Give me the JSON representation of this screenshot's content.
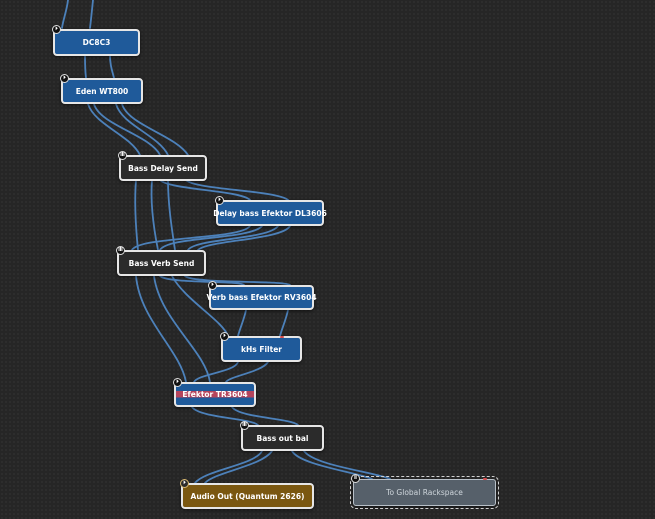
{
  "canvas": {
    "background_color": "#262626",
    "wire_color": "#4f86c2",
    "connection_pin_color": "#6a9fd8"
  },
  "nodes": [
    {
      "id": "dc8c3",
      "label": "DC8C3",
      "kind": "plugin",
      "icon": "plugin-icon"
    },
    {
      "id": "eden",
      "label": "Eden WT800",
      "kind": "plugin",
      "icon": "plugin-icon"
    },
    {
      "id": "delay-send",
      "label": "Bass Delay Send",
      "kind": "mixer",
      "icon": "mixer-icon"
    },
    {
      "id": "delay-efektor",
      "label": "Delay bass Efektor DL3606",
      "kind": "plugin",
      "icon": "plugin-icon"
    },
    {
      "id": "verb-send",
      "label": "Bass Verb Send",
      "kind": "mixer",
      "icon": "mixer-icon"
    },
    {
      "id": "verb-efektor",
      "label": "Verb bass Efektor RV3604",
      "kind": "plugin",
      "icon": "plugin-icon"
    },
    {
      "id": "khs-filter",
      "label": "kHs Filter",
      "kind": "plugin",
      "icon": "plugin-icon"
    },
    {
      "id": "efektor-tr",
      "label": "Efektor TR3604",
      "kind": "bypassed",
      "icon": "plugin-icon"
    },
    {
      "id": "bass-out-bal",
      "label": "Bass out bal",
      "kind": "mixer",
      "icon": "mixer-icon"
    },
    {
      "id": "audio-out",
      "label": "Audio Out (Quantum 2626)",
      "kind": "audio-out",
      "icon": "audio-out-icon"
    },
    {
      "id": "to-global",
      "label": "To Global Rackspace",
      "kind": "global",
      "icon": "mixer-icon"
    }
  ]
}
